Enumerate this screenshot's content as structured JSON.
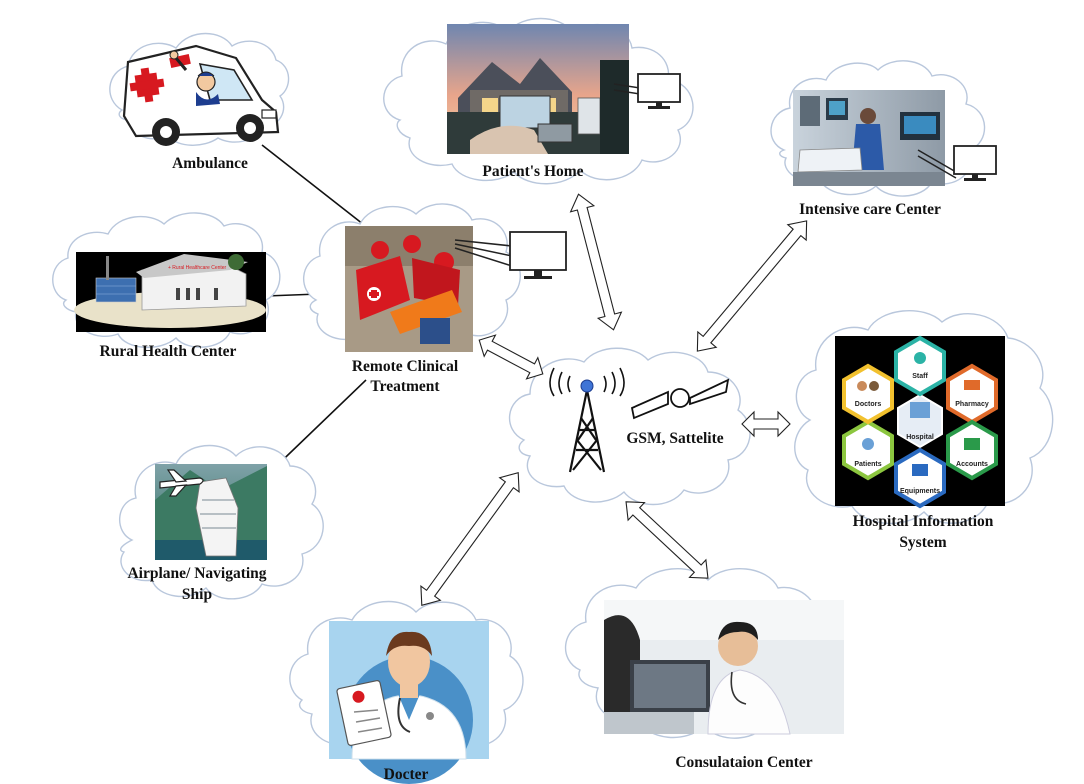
{
  "labels": {
    "ambulance": "Ambulance",
    "patients_home": "Patient's Home",
    "intensive_care": "Intensive care Center",
    "rural_health": "Rural Health Center",
    "remote_line1": "Remote Clinical",
    "remote_line2": "Treatment",
    "gsm": "GSM, Sattelite",
    "his_line1": "Hospital Information",
    "his_line2": "System",
    "airplane_line1": "Airplane/ Navigating",
    "airplane_line2": "Ship",
    "docter": "Docter",
    "consultation": "Consulataion Center"
  },
  "his_wheel": {
    "center": "Hospital",
    "items": [
      "Staff",
      "Pharmacy",
      "Accounts",
      "Equipments",
      "Patients",
      "Doctors"
    ]
  },
  "ambulance_sign": "+ Rural Healthcare Center",
  "colors": {
    "arrow_fill": "#ffffff",
    "cloud_stroke": "#b9c7dc",
    "his_background": "#000000",
    "docter_background": "#a8d4ef",
    "medical_red": "#d71920"
  }
}
